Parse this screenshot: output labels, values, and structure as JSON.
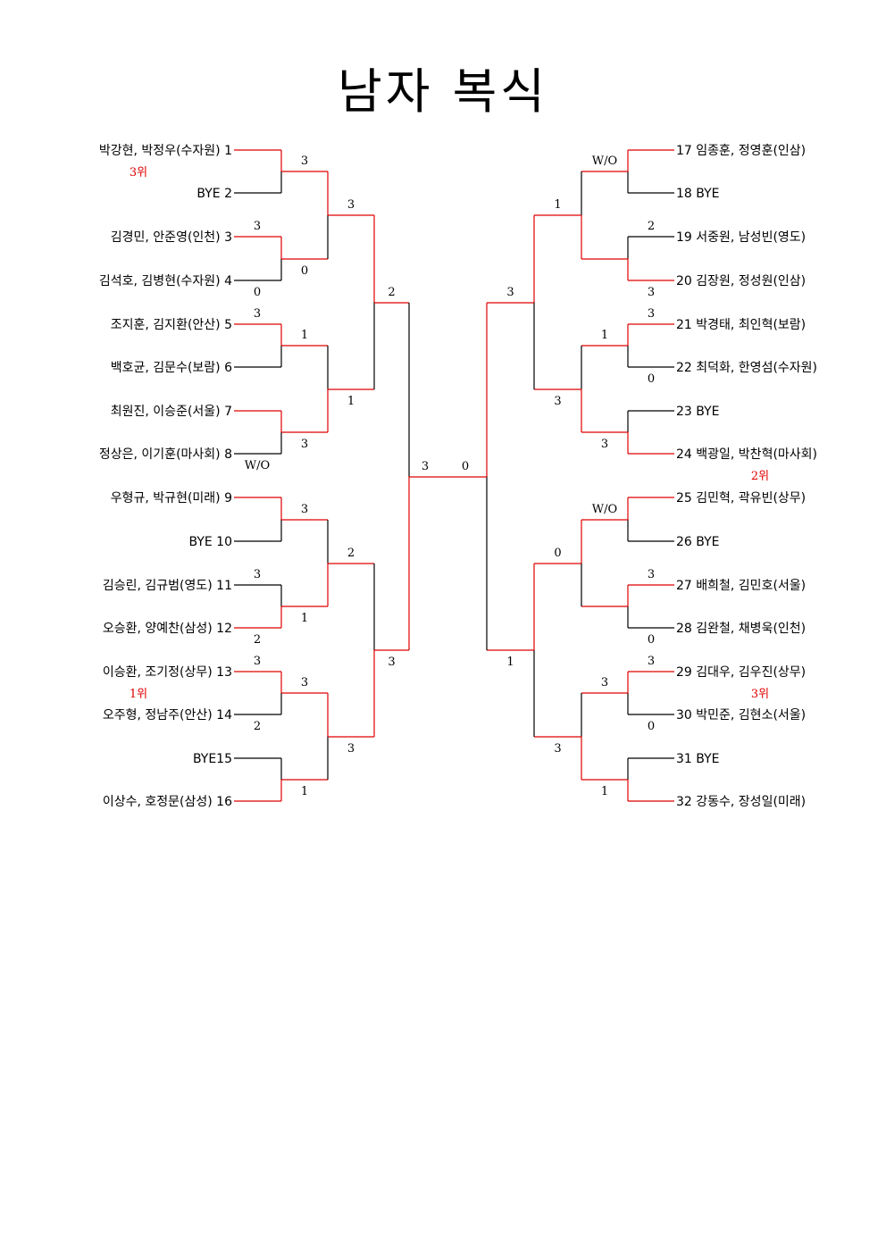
{
  "title": "남자 복식",
  "colors": {
    "win": "#e00000",
    "lose": "#000000",
    "rank": "#e00000"
  },
  "left_entries": [
    {
      "name": "박강현, 박정우(수자원)",
      "seed": "1"
    },
    {
      "name": "BYE",
      "seed": "2"
    },
    {
      "name": "김경민, 안준영(인천)",
      "seed": "3"
    },
    {
      "name": "김석호, 김병현(수자원)",
      "seed": "4"
    },
    {
      "name": "조지훈, 김지환(안산)",
      "seed": "5"
    },
    {
      "name": "백호균, 김문수(보람)",
      "seed": "6"
    },
    {
      "name": "최원진, 이승준(서울)",
      "seed": "7"
    },
    {
      "name": "정상은, 이기훈(마사회)",
      "seed": "8"
    },
    {
      "name": "우형규, 박규현(미래)",
      "seed": "9"
    },
    {
      "name": "BYE",
      "seed": "10"
    },
    {
      "name": "김승린, 김규범(영도)",
      "seed": "11"
    },
    {
      "name": "오승환, 양예찬(삼성)",
      "seed": "12"
    },
    {
      "name": "이승환, 조기정(상무)",
      "seed": "13"
    },
    {
      "name": "오주형, 정남주(안산)",
      "seed": "14"
    },
    {
      "name": "BYE15",
      "seed": ""
    },
    {
      "name": "이상수, 호정문(삼성)",
      "seed": "16"
    }
  ],
  "right_entries": [
    {
      "seed": "17",
      "name": "임종훈, 정영훈(인삼)"
    },
    {
      "seed": "18",
      "name": "BYE"
    },
    {
      "seed": "19",
      "name": "서중원, 남성빈(영도)"
    },
    {
      "seed": "20",
      "name": "김장원, 정성원(인삼)"
    },
    {
      "seed": "21",
      "name": "박경태, 최인혁(보람)"
    },
    {
      "seed": "22",
      "name": "최덕화, 한영섬(수자원)"
    },
    {
      "seed": "23",
      "name": "BYE"
    },
    {
      "seed": "24",
      "name": "백광일, 박찬혁(마사회)"
    },
    {
      "seed": "25",
      "name": "김민혁, 곽유빈(상무)"
    },
    {
      "seed": "26",
      "name": "BYE"
    },
    {
      "seed": "27",
      "name": "배희철, 김민호(서울)"
    },
    {
      "seed": "28",
      "name": "김완철, 채병욱(인천)"
    },
    {
      "seed": "29",
      "name": "김대우, 김우진(상무)"
    },
    {
      "seed": "30",
      "name": "박민준, 김현소(서울)"
    },
    {
      "seed": "31",
      "name": "BYE"
    },
    {
      "seed": "32",
      "name": "강동수, 장성일(미래)"
    }
  ],
  "rankings": [
    {
      "entry": "left.0",
      "label": "3위"
    },
    {
      "entry": "left.12",
      "label": "1위"
    },
    {
      "entry": "right.7",
      "label": "2위"
    },
    {
      "entry": "right.12",
      "label": "3위"
    }
  ],
  "left_r1": [
    {
      "top": "",
      "bottom": "",
      "result": "3",
      "winner": "top"
    },
    {
      "top": "3",
      "bottom": "0",
      "result": "0",
      "winner": "top"
    },
    {
      "top": "3",
      "bottom": "",
      "result": "1",
      "winner": "top"
    },
    {
      "top": "",
      "bottom": "W/O",
      "result": "3",
      "winner": "top"
    },
    {
      "top": "",
      "bottom": "",
      "result": "3",
      "winner": "top"
    },
    {
      "top": "3",
      "bottom": "2",
      "result": "1",
      "winner": "bottom"
    },
    {
      "top": "3",
      "bottom": "2",
      "result": "3",
      "winner": "top"
    },
    {
      "top": "",
      "bottom": "",
      "result": "1",
      "winner": "bottom"
    }
  ],
  "left_r2": [
    {
      "result": "3",
      "winner": "top"
    },
    {
      "result": "1",
      "winner": "bottom"
    },
    {
      "result": "2",
      "winner": "bottom"
    },
    {
      "result": "3",
      "winner": "top"
    }
  ],
  "left_r3": [
    {
      "result": "2",
      "winner": "top"
    },
    {
      "result": "3",
      "winner": "bottom"
    }
  ],
  "left_final": {
    "result": "3",
    "winner": "bottom"
  },
  "right_r1": [
    {
      "top": "",
      "bottom": "",
      "result": "W/O",
      "winner": "top"
    },
    {
      "top": "2",
      "bottom": "3",
      "result": "",
      "winner": "bottom"
    },
    {
      "top": "3",
      "bottom": "0",
      "result": "1",
      "winner": "top"
    },
    {
      "top": "",
      "bottom": "",
      "result": "3",
      "winner": "bottom"
    },
    {
      "top": "",
      "bottom": "",
      "result": "W/O",
      "winner": "top"
    },
    {
      "top": "3",
      "bottom": "0",
      "result": "",
      "winner": "top"
    },
    {
      "top": "3",
      "bottom": "0",
      "result": "3",
      "winner": "top"
    },
    {
      "top": "",
      "bottom": "",
      "result": "1",
      "winner": "bottom"
    }
  ],
  "right_r2": [
    {
      "result": "1",
      "winner": "bottom"
    },
    {
      "result": "3",
      "winner": "bottom"
    },
    {
      "result": "0",
      "winner": "top"
    },
    {
      "result": "3",
      "winner": "bottom"
    }
  ],
  "right_r3": [
    {
      "result": "3",
      "winner": "top"
    },
    {
      "result": "1",
      "winner": "top"
    }
  ],
  "right_final": {
    "result": "0",
    "winner": "top"
  }
}
